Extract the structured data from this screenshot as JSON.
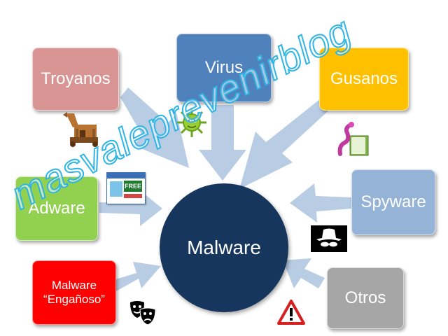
{
  "center": {
    "label": "Malware"
  },
  "nodes": {
    "troyanos": {
      "label": "Troyanos"
    },
    "virus": {
      "label": "Virus"
    },
    "gusanos": {
      "label": "Gusanos"
    },
    "adware": {
      "label": "Adware"
    },
    "spyware": {
      "label": "Spyware"
    },
    "otros": {
      "label": "Otros"
    },
    "enganoso": {
      "label": "Malware\n“Engañoso”"
    }
  },
  "icons": {
    "adware_badge": {
      "text": "FREE"
    }
  },
  "watermark": {
    "text": "masvaleprevenirblog"
  },
  "colors": {
    "troyanos": "#d99594",
    "virus": "#4f81bd",
    "gusanos": "#ffc000",
    "adware": "#92d050",
    "spyware": "#95b3d7",
    "otros": "#a6a6a6",
    "enganoso": "#ff0000",
    "center": "#17365d",
    "arrow": "#b8cce4"
  }
}
